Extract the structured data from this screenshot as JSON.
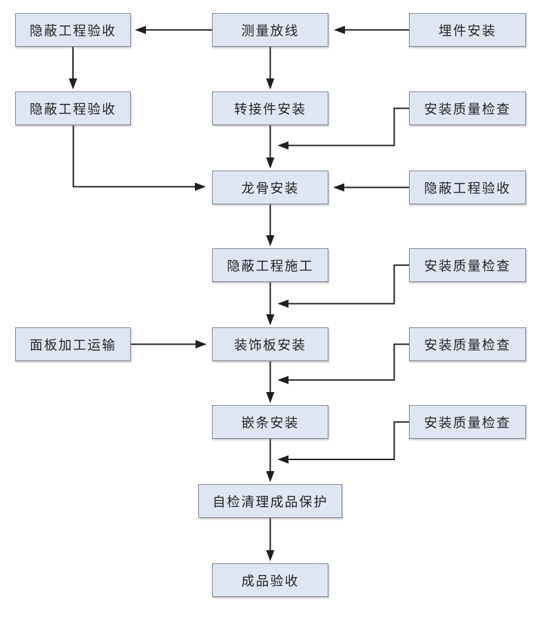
{
  "diagram": {
    "type": "flowchart",
    "colors": {
      "background": "#ffffff",
      "node_fill": "#dfe5f1",
      "node_border": "#7f8694",
      "arrow": "#1f1f1f",
      "text": "#262626"
    },
    "nodes": {
      "l1": {
        "label": "隐蔽工程验收"
      },
      "l2": {
        "label": "隐蔽工程验收"
      },
      "l3": {
        "label": "面板加工运输"
      },
      "c1": {
        "label": "测量放线"
      },
      "c2": {
        "label": "转接件安装"
      },
      "c3": {
        "label": "龙骨安装"
      },
      "c4": {
        "label": "隐蔽工程施工"
      },
      "c5": {
        "label": "装饰板安装"
      },
      "c6": {
        "label": "嵌条安装"
      },
      "c7": {
        "label": "自检清理成品保护"
      },
      "c8": {
        "label": "成品验收"
      },
      "r1": {
        "label": "埋件安装"
      },
      "r2": {
        "label": "安装质量检查"
      },
      "r3": {
        "label": "隐蔽工程验收"
      },
      "r4": {
        "label": "安装质量检查"
      },
      "r5": {
        "label": "安装质量检查"
      },
      "r6": {
        "label": "安装质量检查"
      }
    },
    "edges": [
      {
        "from": "r1",
        "to": "c1"
      },
      {
        "from": "c1",
        "to": "l1"
      },
      {
        "from": "l1",
        "to": "l2"
      },
      {
        "from": "l2",
        "to": "c3"
      },
      {
        "from": "c1",
        "to": "c2"
      },
      {
        "from": "c2",
        "to": "c3"
      },
      {
        "from": "r2",
        "to": "c3"
      },
      {
        "from": "r3",
        "to": "c3"
      },
      {
        "from": "c3",
        "to": "c4"
      },
      {
        "from": "r4",
        "to": "c5"
      },
      {
        "from": "c4",
        "to": "c5"
      },
      {
        "from": "l3",
        "to": "c5"
      },
      {
        "from": "r5",
        "to": "c6"
      },
      {
        "from": "c5",
        "to": "c6"
      },
      {
        "from": "r6",
        "to": "c7"
      },
      {
        "from": "c6",
        "to": "c7"
      },
      {
        "from": "c7",
        "to": "c8"
      }
    ]
  }
}
